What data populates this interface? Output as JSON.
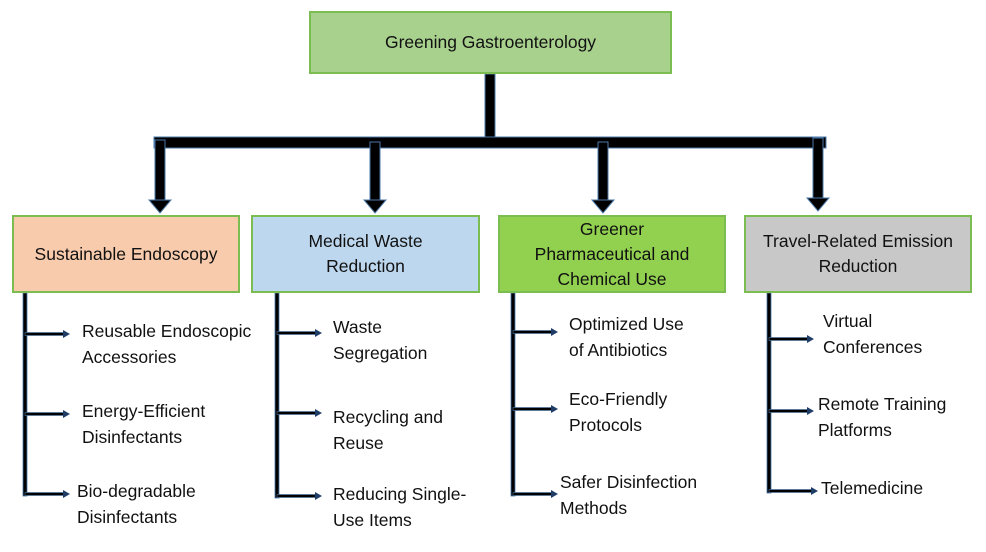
{
  "root": {
    "label": "Greening Gastroenterology",
    "color": "#a9d18e"
  },
  "categories": [
    {
      "label": "Sustainable Endoscopy",
      "color": "#f8cbad",
      "items": [
        "Reusable Endoscopic\nAccessories",
        "Energy-Efficient\nDisinfectants",
        "Bio-degradable\nDisinfectants"
      ]
    },
    {
      "label": "Medical Waste\nReduction",
      "color": "#bdd7ee",
      "items": [
        "Waste\nSegregation",
        "Recycling and\nReuse",
        "Reducing Single-\nUse Items"
      ]
    },
    {
      "label": "Greener\nPharmaceutical and\nChemical Use",
      "color": "#92d050",
      "items": [
        "Optimized Use\nof Antibiotics",
        "Eco-Friendly\nProtocols",
        "Safer Disinfection\nMethods"
      ]
    },
    {
      "label": "Travel-Related Emission\nReduction",
      "color": "#c8c8c8",
      "items": [
        "Virtual\nConferences",
        "Remote Training\nPlatforms",
        "Telemedicine"
      ]
    }
  ],
  "colors": {
    "box_border": "#7cbd52",
    "connector": "#000000",
    "connector_outline": "#4a78a8"
  }
}
